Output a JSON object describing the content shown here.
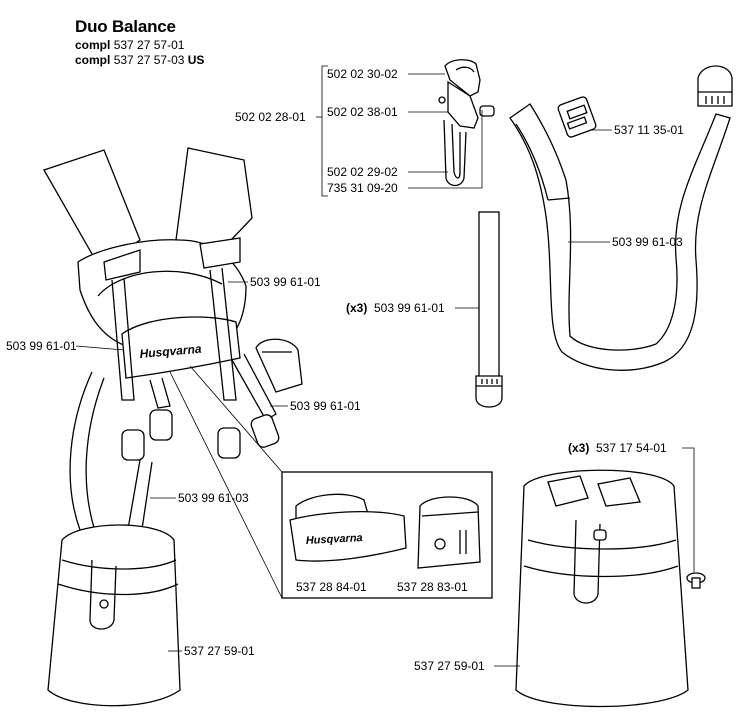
{
  "header": {
    "title": "Duo Balance",
    "line1_prefix": "compl",
    "line1_number": "537 27 57-01",
    "line2_prefix": "compl",
    "line2_number": "537 27 57-03",
    "line2_suffix": "US"
  },
  "brand_text": "Husqvarna",
  "labels": {
    "p502023002": "502 02 30-02",
    "p502023801": "502 02 38-01",
    "p502022801": "502 02 28-01",
    "p502022902": "502 02 29-02",
    "p735310920": "735 31 09-20",
    "p537113501": "537 11 35-01",
    "p503996103_right": "503 99 61-03",
    "x3_prefix": "(x3)",
    "p503996101_x3": "503 99 61-01",
    "p503996101_a": "503 99 61-01",
    "p503996101_b": "503 99 61-01",
    "p503996101_c": "503 99 61-01",
    "p503996103_left": "503 99 61-03",
    "p537288401": "537 28 84-01",
    "p537288301": "537 28 83-01",
    "p537275901_left": "537 27 59-01",
    "x3b_prefix": "(x3)",
    "p537175401": "537 17 54-01",
    "p537275901_right": "537 27 59-01"
  }
}
